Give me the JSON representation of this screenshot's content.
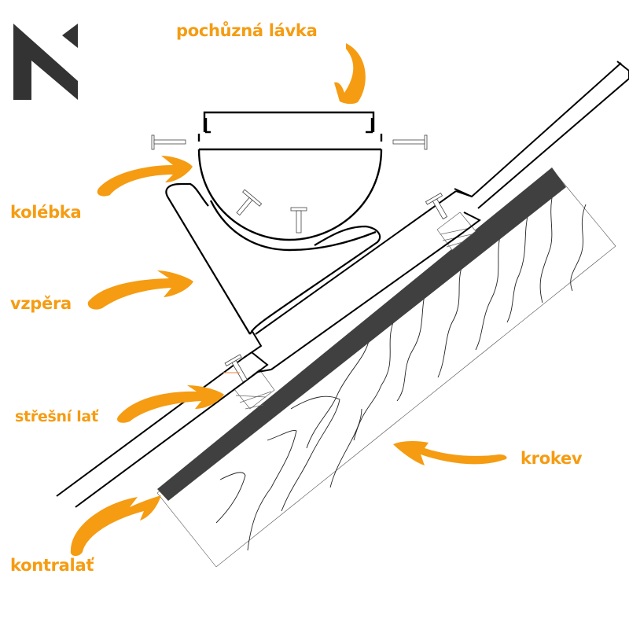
{
  "diagram": {
    "title": "Roof walkway mounting detail",
    "accent_color": "#f59c12",
    "logo_color": "#333333",
    "kontralat_color": "#404040",
    "labels": {
      "walkway": "pochůzná lávka",
      "cradle": "kolébka",
      "strut": "vzpěra",
      "roof_batten": "střešní lať",
      "rafter": "krokev",
      "counter_batten": "kontralať"
    },
    "components": [
      {
        "id": "walkway",
        "label": "pochůzná lávka",
        "arrow": "pointing-down"
      },
      {
        "id": "cradle",
        "label": "kolébka",
        "arrow": "pointing-right"
      },
      {
        "id": "strut",
        "label": "vzpěra",
        "arrow": "pointing-right"
      },
      {
        "id": "roof_batten",
        "label": "střešní lať",
        "arrow": "pointing-right"
      },
      {
        "id": "rafter",
        "label": "krokev",
        "arrow": "pointing-left"
      },
      {
        "id": "counter_batten",
        "label": "kontralať",
        "arrow": "pointing-up-right"
      }
    ]
  }
}
